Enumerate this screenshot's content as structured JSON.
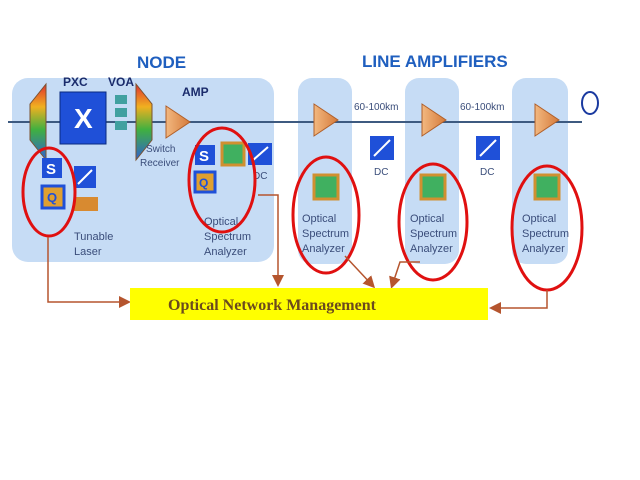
{
  "titles": {
    "node": "NODE",
    "line_amplifiers": "LINE AMPLIFIERS"
  },
  "node": {
    "pxc": "PXC",
    "voa": "VOA",
    "amp": "AMP",
    "switch_receiver": "Switch Receiver",
    "tunable_laser": [
      "Tunable",
      "Laser"
    ],
    "dc": "DC",
    "s_label": "S",
    "q_label": "Q",
    "x_label": "X"
  },
  "osa_label": [
    "Optical",
    "Spectrum",
    "Analyzer"
  ],
  "spans": [
    "60-100km",
    "60-100km"
  ],
  "dc_label": "DC",
  "management": "Optical Network Management",
  "colors": {
    "panel": "#c6dcf5",
    "fiber": "#3d5a80",
    "circle": "#e01010",
    "arrow": "#b5552e",
    "management_bg": "#ffff00",
    "amp": "#e8a066",
    "pxc": "#1f50d8"
  }
}
